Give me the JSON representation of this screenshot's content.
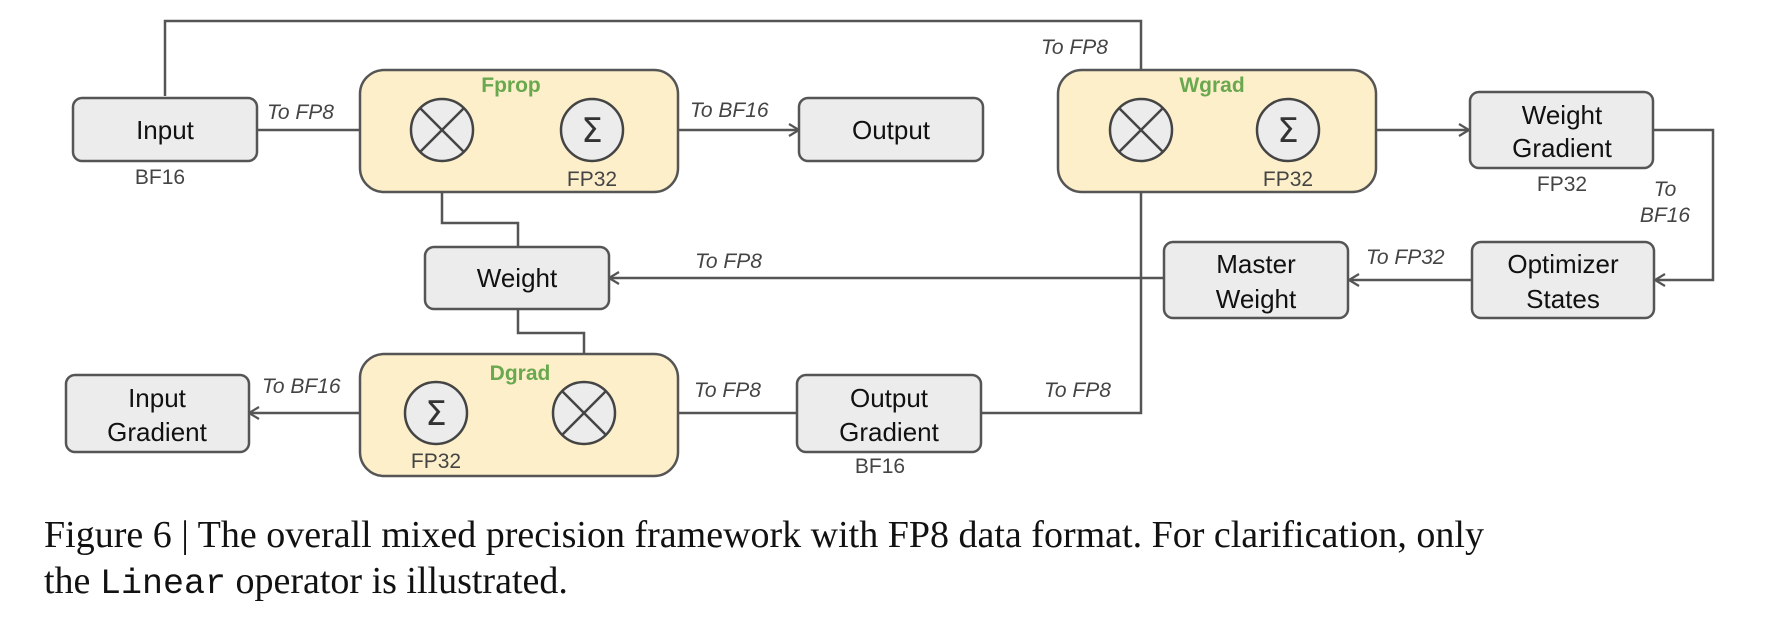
{
  "groups": {
    "fprop": {
      "label": "Fprop",
      "sum_precision": "FP32"
    },
    "wgrad": {
      "label": "Wgrad",
      "sum_precision": "FP32"
    },
    "dgrad": {
      "label": "Dgrad",
      "sum_precision": "FP32"
    }
  },
  "nodes": {
    "input": {
      "line1": "Input",
      "line2": "",
      "precision": "BF16"
    },
    "output": {
      "line1": "Output",
      "line2": ""
    },
    "weight": {
      "line1": "Weight",
      "line2": ""
    },
    "weight_gradient": {
      "line1": "Weight",
      "line2": "Gradient",
      "precision": "FP32"
    },
    "optimizer_states": {
      "line1": "Optimizer",
      "line2": "States"
    },
    "master_weight": {
      "line1": "Master",
      "line2": "Weight"
    },
    "output_gradient": {
      "line1": "Output",
      "line2": "Gradient",
      "precision": "BF16"
    },
    "input_gradient": {
      "line1": "Input",
      "line2": "Gradient"
    }
  },
  "edges": {
    "input_to_fprop": "To FP8",
    "fprop_to_output": "To BF16",
    "input_to_wgrad": "To FP8",
    "wgrad_to_optimizer_1": "To",
    "wgrad_to_optimizer_2": "BF16",
    "optimizer_to_master": "To FP32",
    "master_to_weight": "To FP8",
    "output_gradient_to_dgrad": "To FP8",
    "output_gradient_to_wgrad": "To FP8",
    "dgrad_to_input_gradient": "To BF16"
  },
  "caption": {
    "line1": "Figure 6 | The overall mixed precision framework with FP8 data format. For clarification, only",
    "line2_pre": "the ",
    "line2_code": "Linear",
    "line2_post": " operator is illustrated."
  }
}
